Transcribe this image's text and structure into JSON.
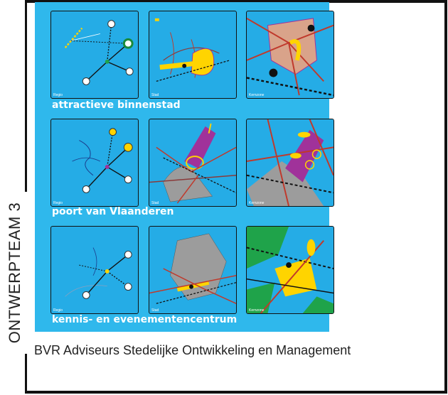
{
  "side_label": "ONTWERPTEAM 3",
  "caption": "BVR Adviseurs Stedelijke Ontwikkeling en Management",
  "sections": [
    {
      "title": "attractieve binnenstad",
      "tiles": [
        "Regio",
        "Stad",
        "Kernzone"
      ]
    },
    {
      "title": "poort van Vlaanderen",
      "tiles": [
        "Regio",
        "Stad",
        "Kernzone"
      ]
    },
    {
      "title": "kennis- en evenementencentrum",
      "tiles": [
        "Regio",
        "Stad",
        "Kernzone"
      ]
    }
  ],
  "colors": {
    "panel": "#2fb8ec",
    "tile": "#25ace6",
    "accent_yellow": "#ffd400",
    "accent_purple": "#a0329a",
    "accent_red": "#c0392b",
    "green": "#1fa34a"
  }
}
